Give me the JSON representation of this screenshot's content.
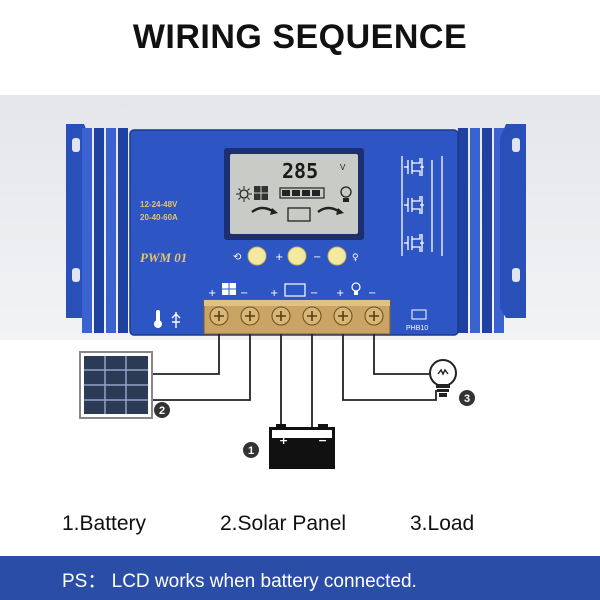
{
  "title": "WIRING SEQUENCE",
  "controller": {
    "lcd_reading": "285",
    "lcd_unit": "V",
    "spec_line1": "12-24-48V",
    "spec_line2": "20-40-60A",
    "model": "PWM 01",
    "port_label": "PHB10"
  },
  "steps": [
    {
      "number": "1",
      "label": "1.Battery"
    },
    {
      "number": "2",
      "label": "2.Solar Panel"
    },
    {
      "number": "3",
      "label": "3.Load"
    }
  ],
  "footer_note": "PS： LCD works when battery connected.",
  "colors": {
    "controller_blue": "#2d55c4",
    "footer_blue": "#2a4ea8",
    "button_yellow": "#f3e9a0",
    "terminal_brass": "#c9a465",
    "lcd_bg": "#c9ccc6",
    "wire": "#222222"
  },
  "icons": [
    "solar-panel-icon",
    "battery-icon",
    "bulb-icon",
    "thermometer-icon",
    "usb-icon",
    "mosfet-icon"
  ]
}
